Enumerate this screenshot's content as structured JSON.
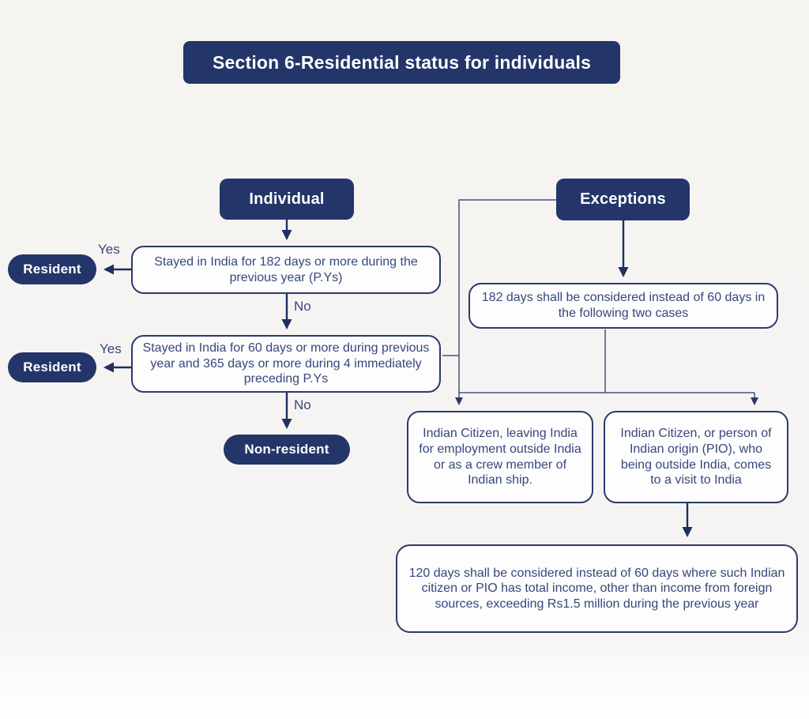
{
  "title": "Section 6-Residential status for individuals",
  "nodes": {
    "individual": "Individual",
    "exceptions": "Exceptions",
    "decision_182_days": "Stayed in India for 182 days or more during the previous year (P.Ys)",
    "decision_60_365_days": "Stayed in India for 60 days or more during previous year and 365 days or more during 4 immediately preceding P.Ys",
    "resident_1": "Resident",
    "resident_2": "Resident",
    "non_resident": "Non-resident",
    "exception_rule_182": "182 days shall be considered instead of 60 days in the following two cases",
    "case_employment": "Indian Citizen, leaving India for employment outside India or as a crew member of Indian ship.",
    "case_visit": "Indian Citizen, or person of Indian origin (PIO), who being outside India, comes to a visit to India",
    "rule_120_days": "120 days shall be considered instead of 60 days where such Indian citizen or PIO has total income, other than income from foreign sources, exceeding Rs1.5 million during the previous year"
  },
  "edge_labels": {
    "yes_1": "Yes",
    "no_1": "No",
    "yes_2": "Yes",
    "no_2": "No"
  },
  "colors": {
    "navy_fill": "#233569",
    "box_border": "#2c3a6b",
    "box_text": "#36477c",
    "connector_line": "#44517f",
    "background": "#f5f4f2"
  }
}
